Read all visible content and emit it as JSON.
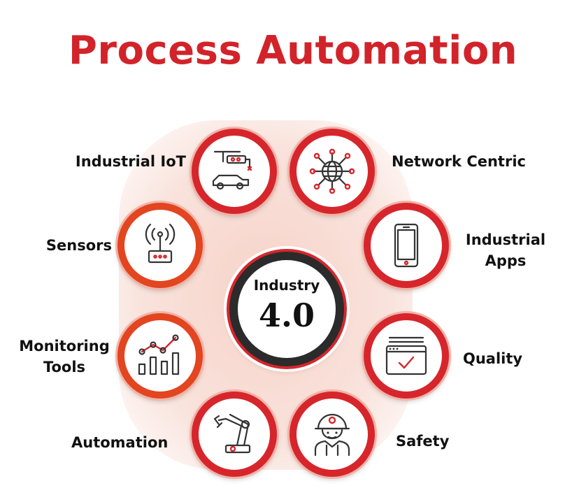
{
  "title": "Process Automation",
  "center": {
    "line1": "Industry",
    "line2": "4.0"
  },
  "nodes": {
    "industrial_iot": {
      "label": "Industrial IoT",
      "icon": "car-assembly-icon"
    },
    "network_centric": {
      "label": "Network Centric",
      "icon": "network-globe-icon"
    },
    "sensors": {
      "label": "Sensors",
      "icon": "sensor-antenna-icon"
    },
    "industrial_apps": {
      "line1": "Industrial",
      "line2": "Apps",
      "icon": "smartphone-icon"
    },
    "monitoring_tools": {
      "line1": "Monitoring",
      "line2": "Tools",
      "icon": "bar-line-chart-icon"
    },
    "quality": {
      "label": "Quality",
      "icon": "checklist-window-icon"
    },
    "automation": {
      "label": "Automation",
      "icon": "robotic-arm-icon"
    },
    "safety": {
      "label": "Safety",
      "icon": "hardhat-worker-icon"
    }
  },
  "colors": {
    "accent": "#d2232a",
    "ring": "#d6262c",
    "ring_orange": "#e2451f",
    "center_ring": "#2b2b2b"
  }
}
